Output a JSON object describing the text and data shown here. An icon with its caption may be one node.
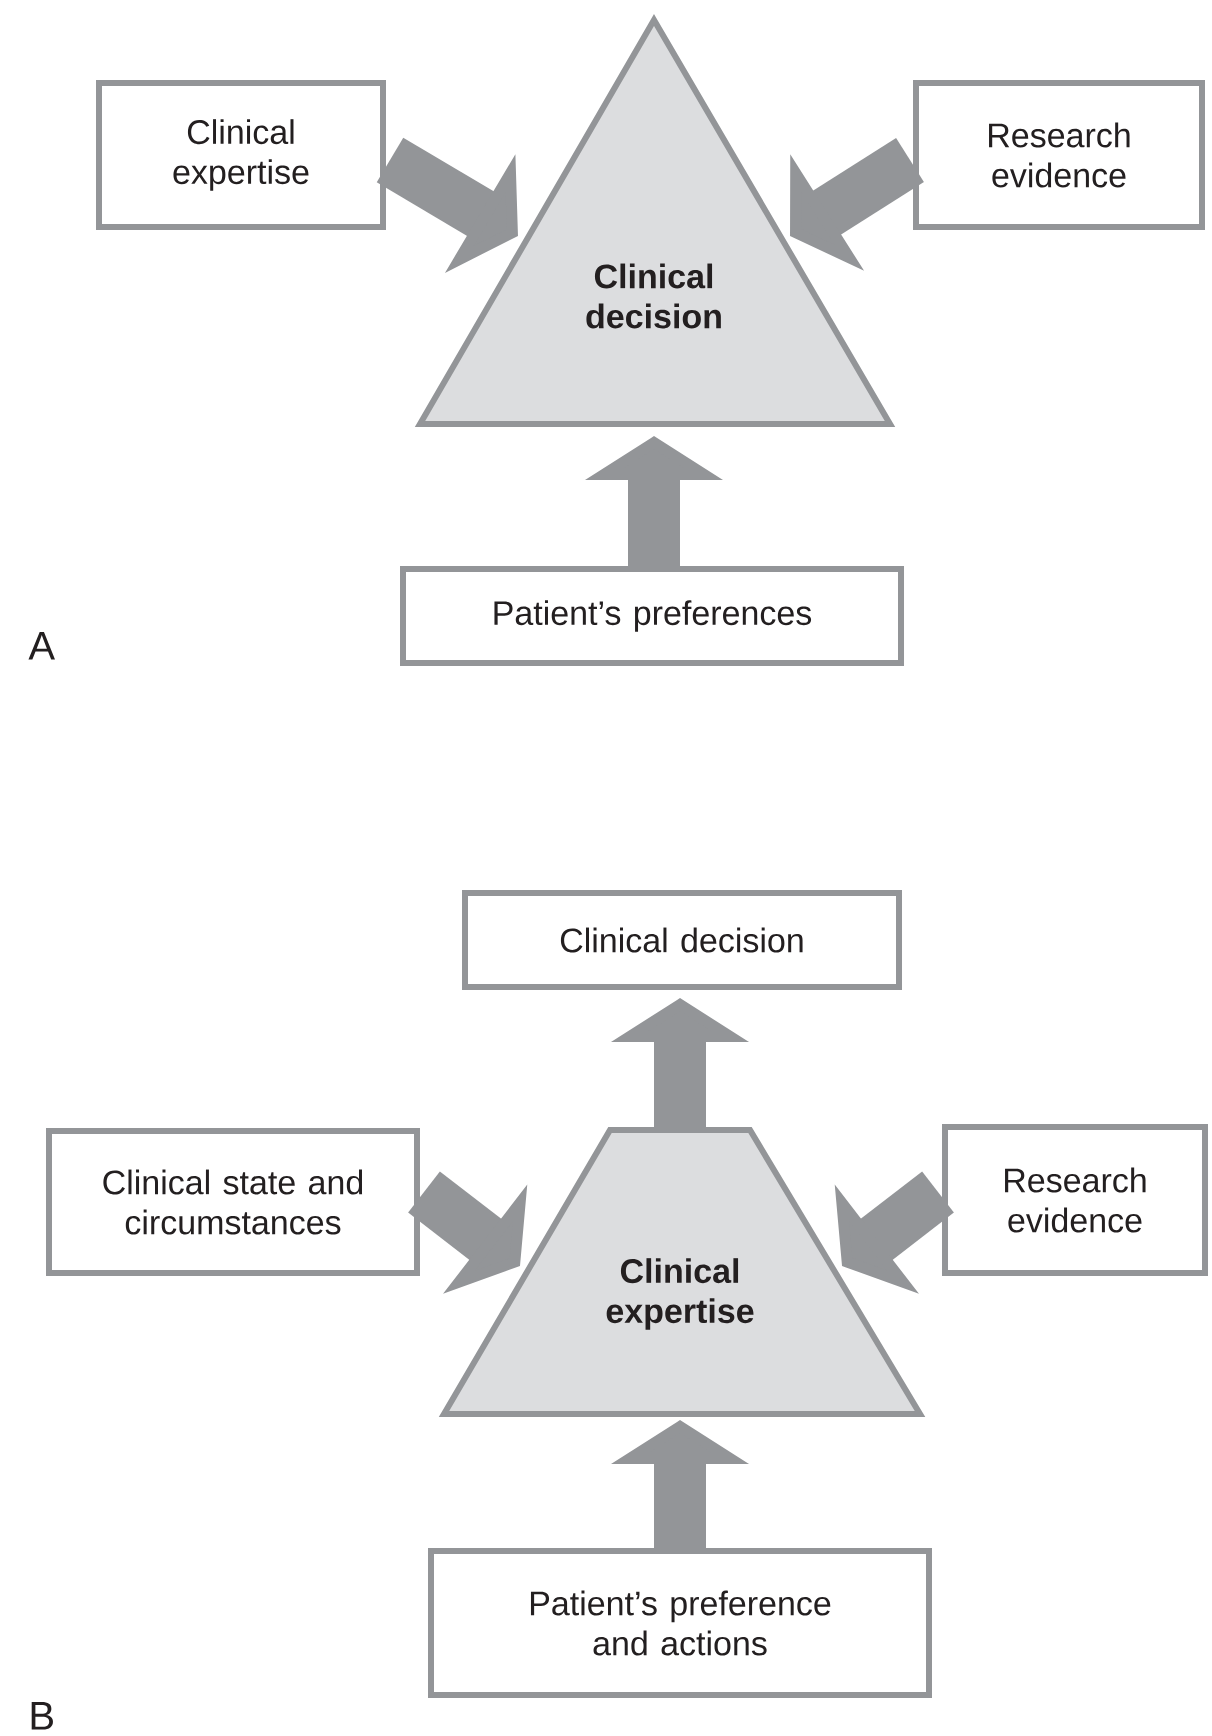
{
  "diagram": {
    "nodes": [
      {
        "text": [
          "Clinical expertise"
        ]
      },
      {
        "text": [
          "Research evidence"
        ]
      },
      {
        "text": [
          "Clinical decision"
        ]
      },
      {
        "text": [
          "Patient’s preferences"
        ]
      },
      {
        "text": [
          "Clinical decision"
        ]
      },
      {
        "text": [
          "Clinical state and circumstances"
        ]
      },
      {
        "text": [
          "Clinical expertise"
        ]
      },
      {
        "text": [
          "Research evidence"
        ]
      },
      {
        "text": [
          "Patient’s preference and actions"
        ]
      }
    ],
    "edges": [
      {
        "from": 0,
        "to": 2,
        "arrow": "to"
      },
      {
        "from": 1,
        "to": 2,
        "arrow": "to"
      },
      {
        "from": 3,
        "to": 2,
        "arrow": "to"
      },
      {
        "from": 6,
        "to": 4,
        "arrow": "to"
      },
      {
        "from": 5,
        "to": 6,
        "arrow": "to"
      },
      {
        "from": 7,
        "to": 6,
        "arrow": "to"
      },
      {
        "from": 8,
        "to": 6,
        "arrow": "to"
      }
    ],
    "labels": [
      "A",
      "B"
    ]
  }
}
